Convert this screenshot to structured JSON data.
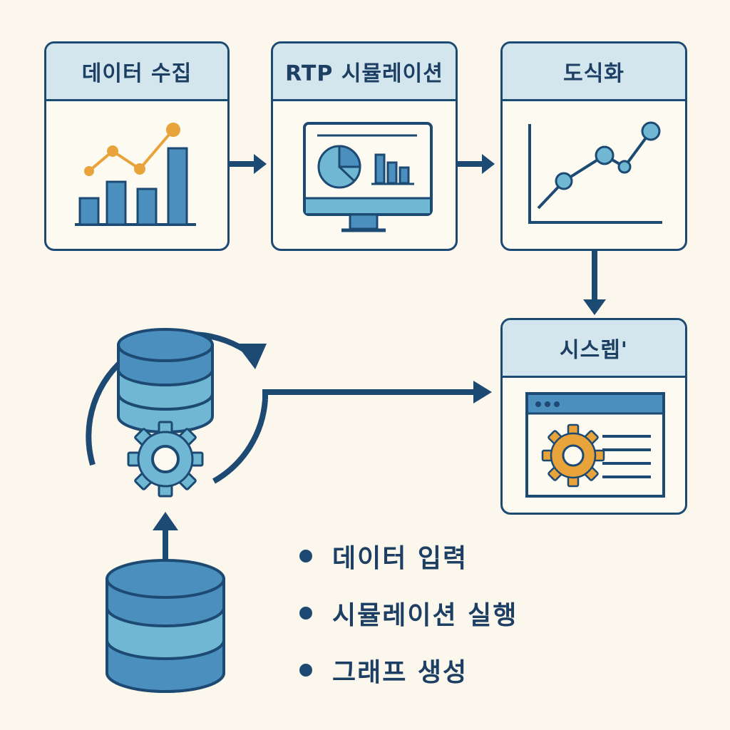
{
  "steps": [
    {
      "title": "데이터 수집"
    },
    {
      "title": "RTP 시뮬레이션"
    },
    {
      "title": "도식화"
    },
    {
      "title": "시스렙'"
    }
  ],
  "bullets": [
    {
      "text": "데이터 입력"
    },
    {
      "text": "시뮬레이션 실행"
    },
    {
      "text": "그래프 생성"
    }
  ],
  "colors": {
    "navy": "#1d4a73",
    "light_blue": "#6fb7d3",
    "mid_blue": "#4a8fbe",
    "orange": "#e8a33a",
    "header_bg": "#d3e6ee",
    "background": "#fcf7ec"
  },
  "icons": [
    "bar-line-chart-icon",
    "monitor-pie-chart-icon",
    "line-graph-icon",
    "browser-gear-icon",
    "database-icon",
    "gear-icon",
    "cycle-arrow-icon"
  ]
}
